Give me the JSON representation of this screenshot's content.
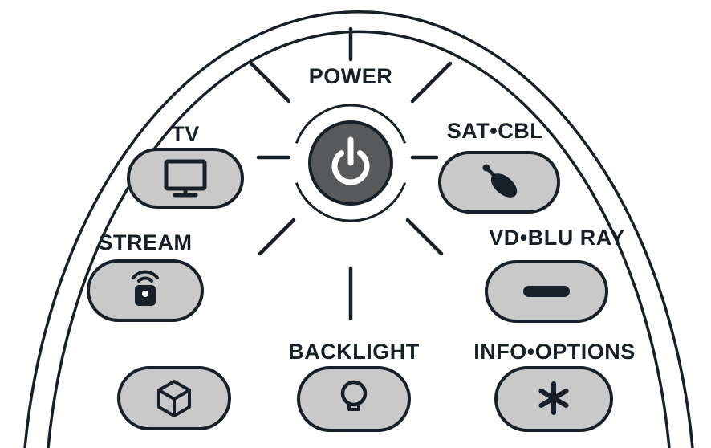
{
  "labels": {
    "power": "POWER",
    "tv": "TV",
    "sat_cbl": "SAT•CBL",
    "stream": "STREAM",
    "dvd_bluray": "VD•BLU RAY",
    "backlight": "BACKLIGHT",
    "info_options": "INFO•OPTIONS"
  },
  "icons": {
    "power": "power-symbol",
    "tv": "tv-monitor",
    "sat_cbl": "satellite-dish",
    "stream": "cast-box-with-waves",
    "dvd_bluray": "disc-slot-bar",
    "bottom_left": "cube-3d",
    "backlight": "light-bulb",
    "info_options": "asterisk"
  },
  "colors": {
    "ink": "#172029",
    "button_fill": "#c9c9c9",
    "power_fill": "#58595b",
    "bg": "#ffffff"
  }
}
